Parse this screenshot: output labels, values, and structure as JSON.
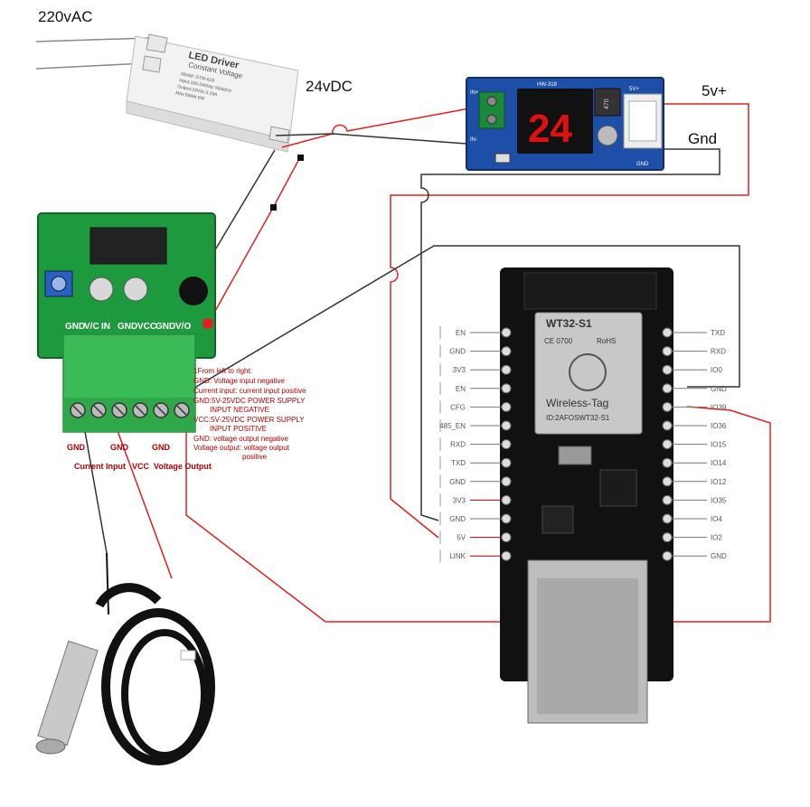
{
  "labels": {
    "ac_input": "220vAC",
    "dc_24": "24vDC",
    "v5_plus": "5v+",
    "gnd": "Gnd"
  },
  "led_driver": {
    "title": "LED Driver",
    "subtitle": "Constant Voltage",
    "model": "Model: GTM-618",
    "input": "Input:100-240Vac 50/60Hz",
    "output": "Output:24Vdc 0.25A",
    "max": "Max:6Watt 6W"
  },
  "buck": {
    "display": "24",
    "code": "HW-318",
    "in_plus": "IN+",
    "in_minus": "IN-",
    "out_label": "5V+",
    "gnd": "GND",
    "coil": "470"
  },
  "converter": {
    "top_labels": [
      "GND",
      "V/C",
      "IN",
      "GND",
      "VCC",
      "GND",
      "V/O"
    ],
    "terminal_labels": [
      "GND",
      "Current Input",
      "GND",
      "VCC",
      "GND",
      "Voltage Output"
    ],
    "notes": [
      "1From left to right:",
      "GND: Voltage input negative",
      "Current input: current input positive",
      "GND:5V-25VDC POWER SUPPLY",
      "INPUT NEGATIVE",
      "VCC:5V-25VDC POWER SUPPLY",
      "INPUT POSITIVE",
      "GND: voltage output negative",
      "Voltage output: voltage output",
      "positive"
    ]
  },
  "esp": {
    "module_name": "WT32-S1",
    "vendor": "Wireless-Tag",
    "id": "ID:2AFOSWT32-S1",
    "ce": "CE 0700",
    "rohs": "RoHS",
    "left_pins": [
      "EN",
      "GND",
      "3V3",
      "EN",
      "CFG",
      "485_EN",
      "RXD",
      "TXD",
      "GND",
      "3V3",
      "GND",
      "5V",
      "LINK"
    ],
    "right_pins": [
      "TXD",
      "RXD",
      "IO0",
      "GND",
      "IO39",
      "IO36",
      "IO15",
      "IO14",
      "IO12",
      "IO35",
      "IO4",
      "IO2",
      "GND"
    ]
  }
}
